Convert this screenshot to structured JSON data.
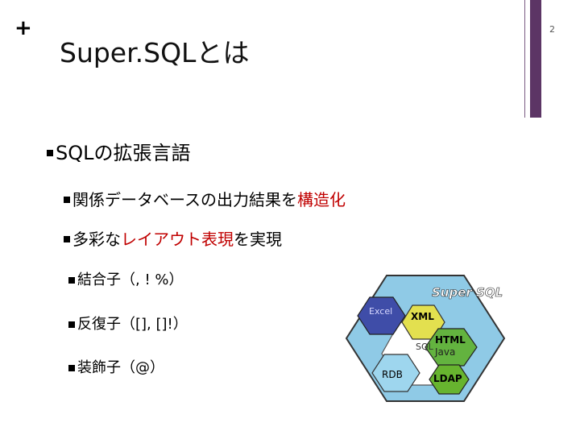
{
  "slide": {
    "plus": "+",
    "title": "Super.SQLとは",
    "number": "2"
  },
  "bullets": {
    "main": "SQLの拡張言語",
    "b1_normal": "関係データベースの出力結果を",
    "b1_highlight": "構造化",
    "b2_normal1": "多彩な",
    "b2_highlight": "レイアウト表現",
    "b2_normal2": "を実現",
    "c1": "結合子（, ! %）",
    "c2": "反復子（[], []!）",
    "c3": "装飾子（@）"
  },
  "diagram": {
    "super_sql": "Super SQL",
    "excel": "Excel",
    "xml": "XML",
    "sql": "SQL",
    "html": "HTML",
    "java": "Java",
    "rdb": "RDB",
    "ldap": "LDAP",
    "colors": {
      "outer_hex": "#8fcae6",
      "white": "#ffffff",
      "rdb_hex": "#9ed6ee",
      "excel_hex": "#3f4da8",
      "xml_hex": "#e3e04f",
      "html_hex": "#63b33f",
      "ldap_hex": "#67b42f",
      "highlight": "#c00000",
      "bar": "#5c3565"
    }
  }
}
